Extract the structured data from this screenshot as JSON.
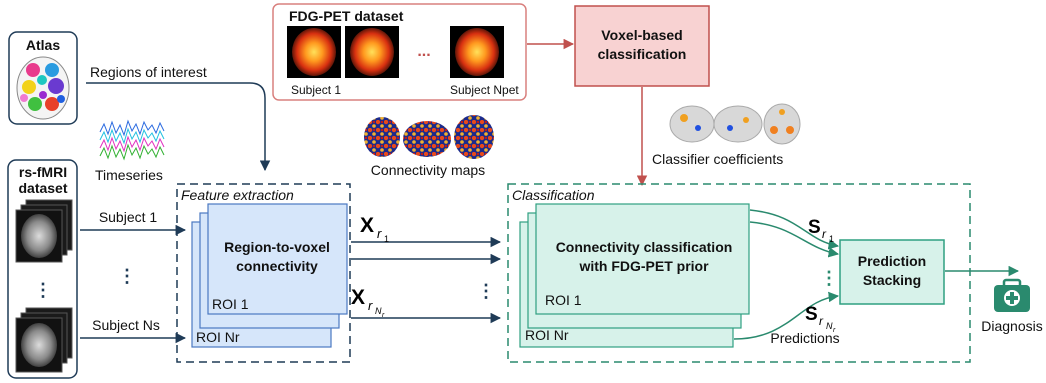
{
  "atlas": {
    "title": "Atlas"
  },
  "rois_label": "Regions of interest",
  "timeseries_label": "Timeseries",
  "fmri": {
    "title_line1": "rs-fMRI",
    "title_line2": "dataset",
    "subject1": "Subject 1",
    "subjectN": "Subject Ns",
    "ellipsis": "⋮"
  },
  "pet": {
    "title": "FDG-PET dataset",
    "subject1": "Subject 1",
    "subjectN": "Subject Npet",
    "ellipsis": "..."
  },
  "voxel": {
    "line1": "Voxel-based",
    "line2": "classification"
  },
  "coeffs_label": "Classifier coefficients",
  "connectivity_maps_label": "Connectivity maps",
  "feature": {
    "title": "Feature extraction",
    "box_line1": "Region-to-voxel",
    "box_line2": "connectivity",
    "roi1": "ROI 1",
    "roiN": "ROI Nr"
  },
  "math": {
    "x_r1_base": "X",
    "x_r1_sub": "r",
    "x_r1_subsub": "1",
    "x_rN_base": "X",
    "x_rN_sub": "r",
    "x_rN_subsub": "N",
    "x_rN_subsubsub": "r",
    "s_r1_base": "S",
    "s_r1_sub": "r",
    "s_r1_subsub": "1",
    "s_rN_base": "S",
    "s_rN_sub": "r",
    "s_rN_subsub": "N",
    "s_rN_subsubsub": "r"
  },
  "classification": {
    "title": "Classification",
    "box_line1": "Connectivity classification",
    "box_line2": "with FDG-PET prior",
    "roi1": "ROI 1",
    "roiN": "ROI Nr"
  },
  "stacking": {
    "line1": "Prediction",
    "line2": "Stacking"
  },
  "predictions_label": "Predictions",
  "diagnosis_label": "Diagnosis",
  "colors": {
    "dark_blue": "#1f3b57",
    "teal": "#2a8a6e",
    "red_arrow": "#c0504d",
    "feature_fill": "#d6e6fa",
    "feature_stroke": "#4a78c2",
    "class_fill": "#d7f2ea",
    "class_stroke": "#2fa081",
    "voxel_fill": "#f8d2d2",
    "voxel_stroke": "#c0504d"
  }
}
